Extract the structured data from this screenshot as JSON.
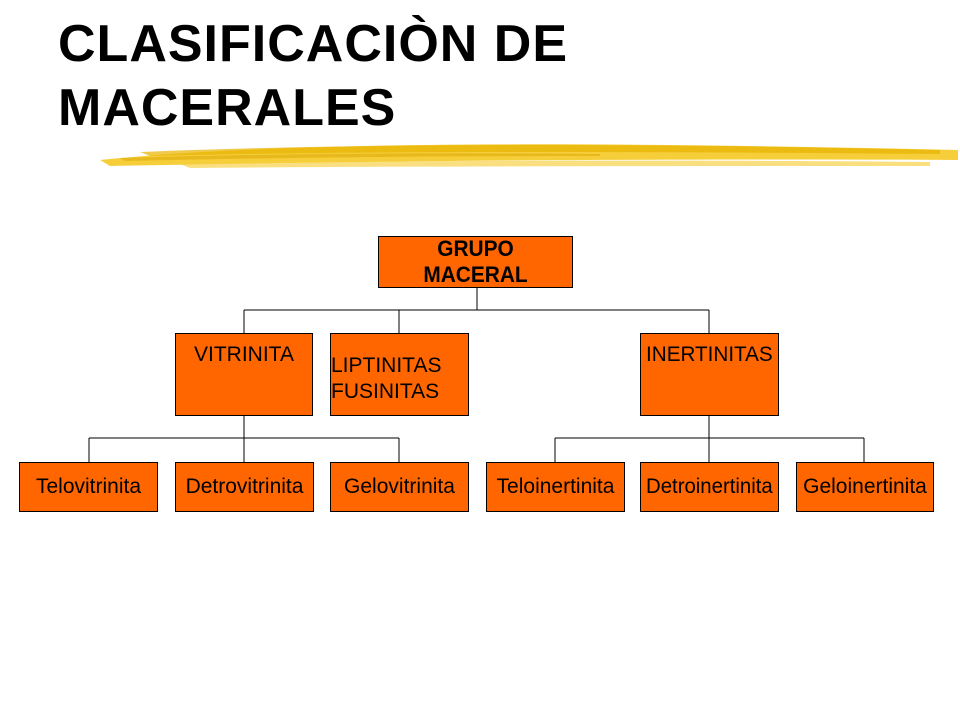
{
  "title": {
    "line1": "CLASIFICACIÒN DE",
    "line2": "MACERALES"
  },
  "colors": {
    "box_fill": "#ff6600",
    "accent_stroke": "#f5c518",
    "text": "#000000"
  },
  "diagram": {
    "root": {
      "label": "GRUPO MACERAL"
    },
    "groups": [
      {
        "label": "VITRINITA"
      },
      {
        "line1": "LIPTINITAS",
        "line2": "FUSINITAS"
      },
      {
        "label": "INERTINITAS"
      }
    ],
    "vitrinita_children": [
      "Telovitrinita",
      "Detrovitrinita",
      "Gelovitrinita"
    ],
    "inertinita_children": [
      "Teloinertinita",
      "Detroinertinita",
      "Geloinertinita"
    ]
  }
}
